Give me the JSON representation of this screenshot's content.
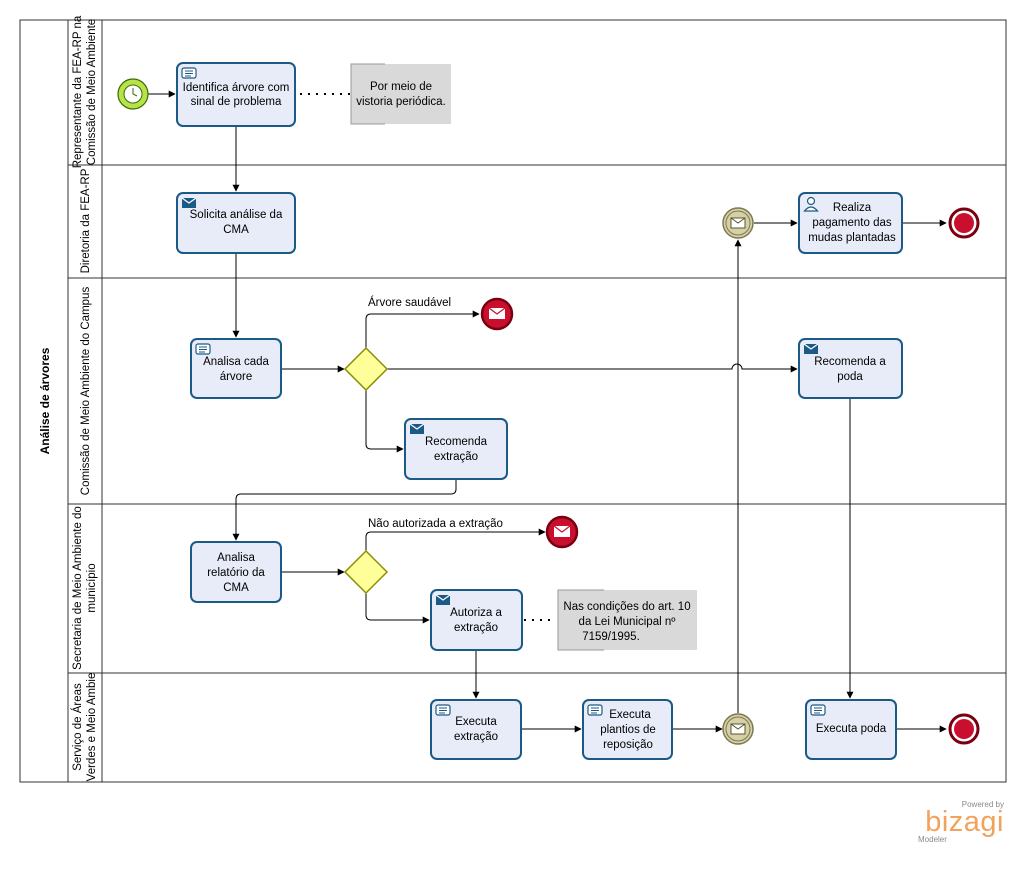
{
  "pool": {
    "title": "Análise de árvores"
  },
  "lanes": [
    {
      "label_line1": "Representante da FEA-RP na",
      "label_line2": "Comissão de Meio Ambiente"
    },
    {
      "label_line1": "Diretoria da FEA-RP",
      "label_line2": ""
    },
    {
      "label_line1": "Comissão de Meio Ambiente do Campus",
      "label_line2": ""
    },
    {
      "label_line1": "Secretaria de Meio Ambiente do",
      "label_line2": "município"
    },
    {
      "label_line1": "Serviço de Áreas",
      "label_line2": "Verdes e Meio Ambie"
    }
  ],
  "tasks": {
    "identifica": {
      "line1": "Identifica árvore com",
      "line2": "sinal de problema",
      "icon": "manual-task-icon"
    },
    "solicita": {
      "line1": "Solicita análise da",
      "line2": "CMA",
      "icon": "send-task-icon"
    },
    "analisa_cada": {
      "line1": "Analisa cada",
      "line2": "árvore",
      "icon": "manual-task-icon"
    },
    "recomenda_extracao": {
      "line1": "Recomenda",
      "line2": "extração",
      "icon": "send-task-icon"
    },
    "recomenda_poda": {
      "line1": "Recomenda a",
      "line2": "poda",
      "icon": "send-task-icon"
    },
    "realiza_pagamento": {
      "line1": "Realiza",
      "line2": "pagamento das",
      "line3": "mudas plantadas",
      "icon": "user-task-icon"
    },
    "analisa_relatorio": {
      "line1": "Analisa",
      "line2": "relatório da",
      "line3": "CMA"
    },
    "autoriza": {
      "line1": "Autoriza a",
      "line2": "extração",
      "icon": "send-task-icon"
    },
    "executa_extracao": {
      "line1": "Executa",
      "line2": "extração",
      "icon": "manual-task-icon"
    },
    "executa_plantios": {
      "line1": "Executa",
      "line2": "plantios de",
      "line3": "reposição",
      "icon": "manual-task-icon"
    },
    "executa_poda": {
      "line1": "Executa poda",
      "icon": "manual-task-icon"
    }
  },
  "annotations": {
    "vistoria": {
      "line1": "Por meio de",
      "line2": "vistoria periódica."
    },
    "lei": {
      "line1": "Nas condições do art. 10",
      "line2": "da Lei Municipal nº",
      "line3": "7159/1995."
    }
  },
  "flow_labels": {
    "arvore_saudavel": "Árvore saudável",
    "nao_autorizada": "Não autorizada a extração"
  },
  "colors": {
    "task_fill": "#e8ecf9",
    "task_border": "#1b5a86",
    "gateway_fill": "#ffff99",
    "gateway_border": "#8c8c00",
    "start_fill": "#b6e34a",
    "end_fill": "#c8102e",
    "message_event_fill": "#d6d0a6",
    "annotation_fill": "#d9d9d9",
    "brand_color": "#f2a25c"
  },
  "branding": {
    "powered_by": "Powered by",
    "name": "bizagi",
    "product": "Modeler"
  }
}
